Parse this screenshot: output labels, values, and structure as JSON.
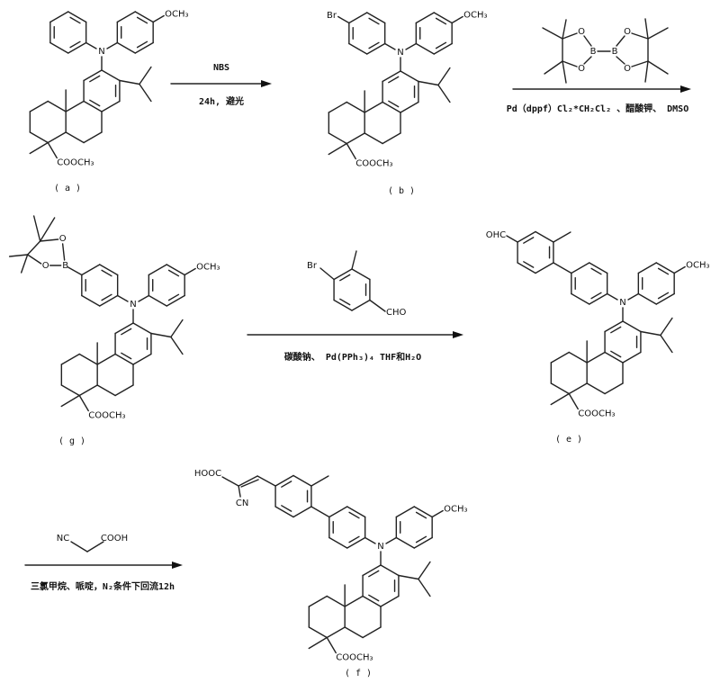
{
  "atoms": {
    "N": "N",
    "OMe": "OCH₃",
    "ester": "COOCH₃",
    "Br": "Br",
    "B": "B",
    "O": "O",
    "OHC": "OHC",
    "HOOC": "HOOC",
    "CN": "CN",
    "CHO": "CHO",
    "NC": "NC",
    "COOH": "COOH"
  },
  "compounds": {
    "a": "( a )",
    "b": "( b )",
    "g": "( g )",
    "e": "( e )",
    "f": "( f )"
  },
  "reactions": {
    "r1": {
      "above": "NBS",
      "below": "24h, 避光"
    },
    "r2": {
      "below": "Pd（dppf）Cl₂*CH₂Cl₂ 、醋酸钾、 DMSO"
    },
    "r3": {
      "below": "碳酸钠、 Pd(PPh₃)₄ THF和H₂O"
    },
    "r4": {
      "below": "三氯甲烷、哌啶，N₂条件下回流12h"
    }
  }
}
